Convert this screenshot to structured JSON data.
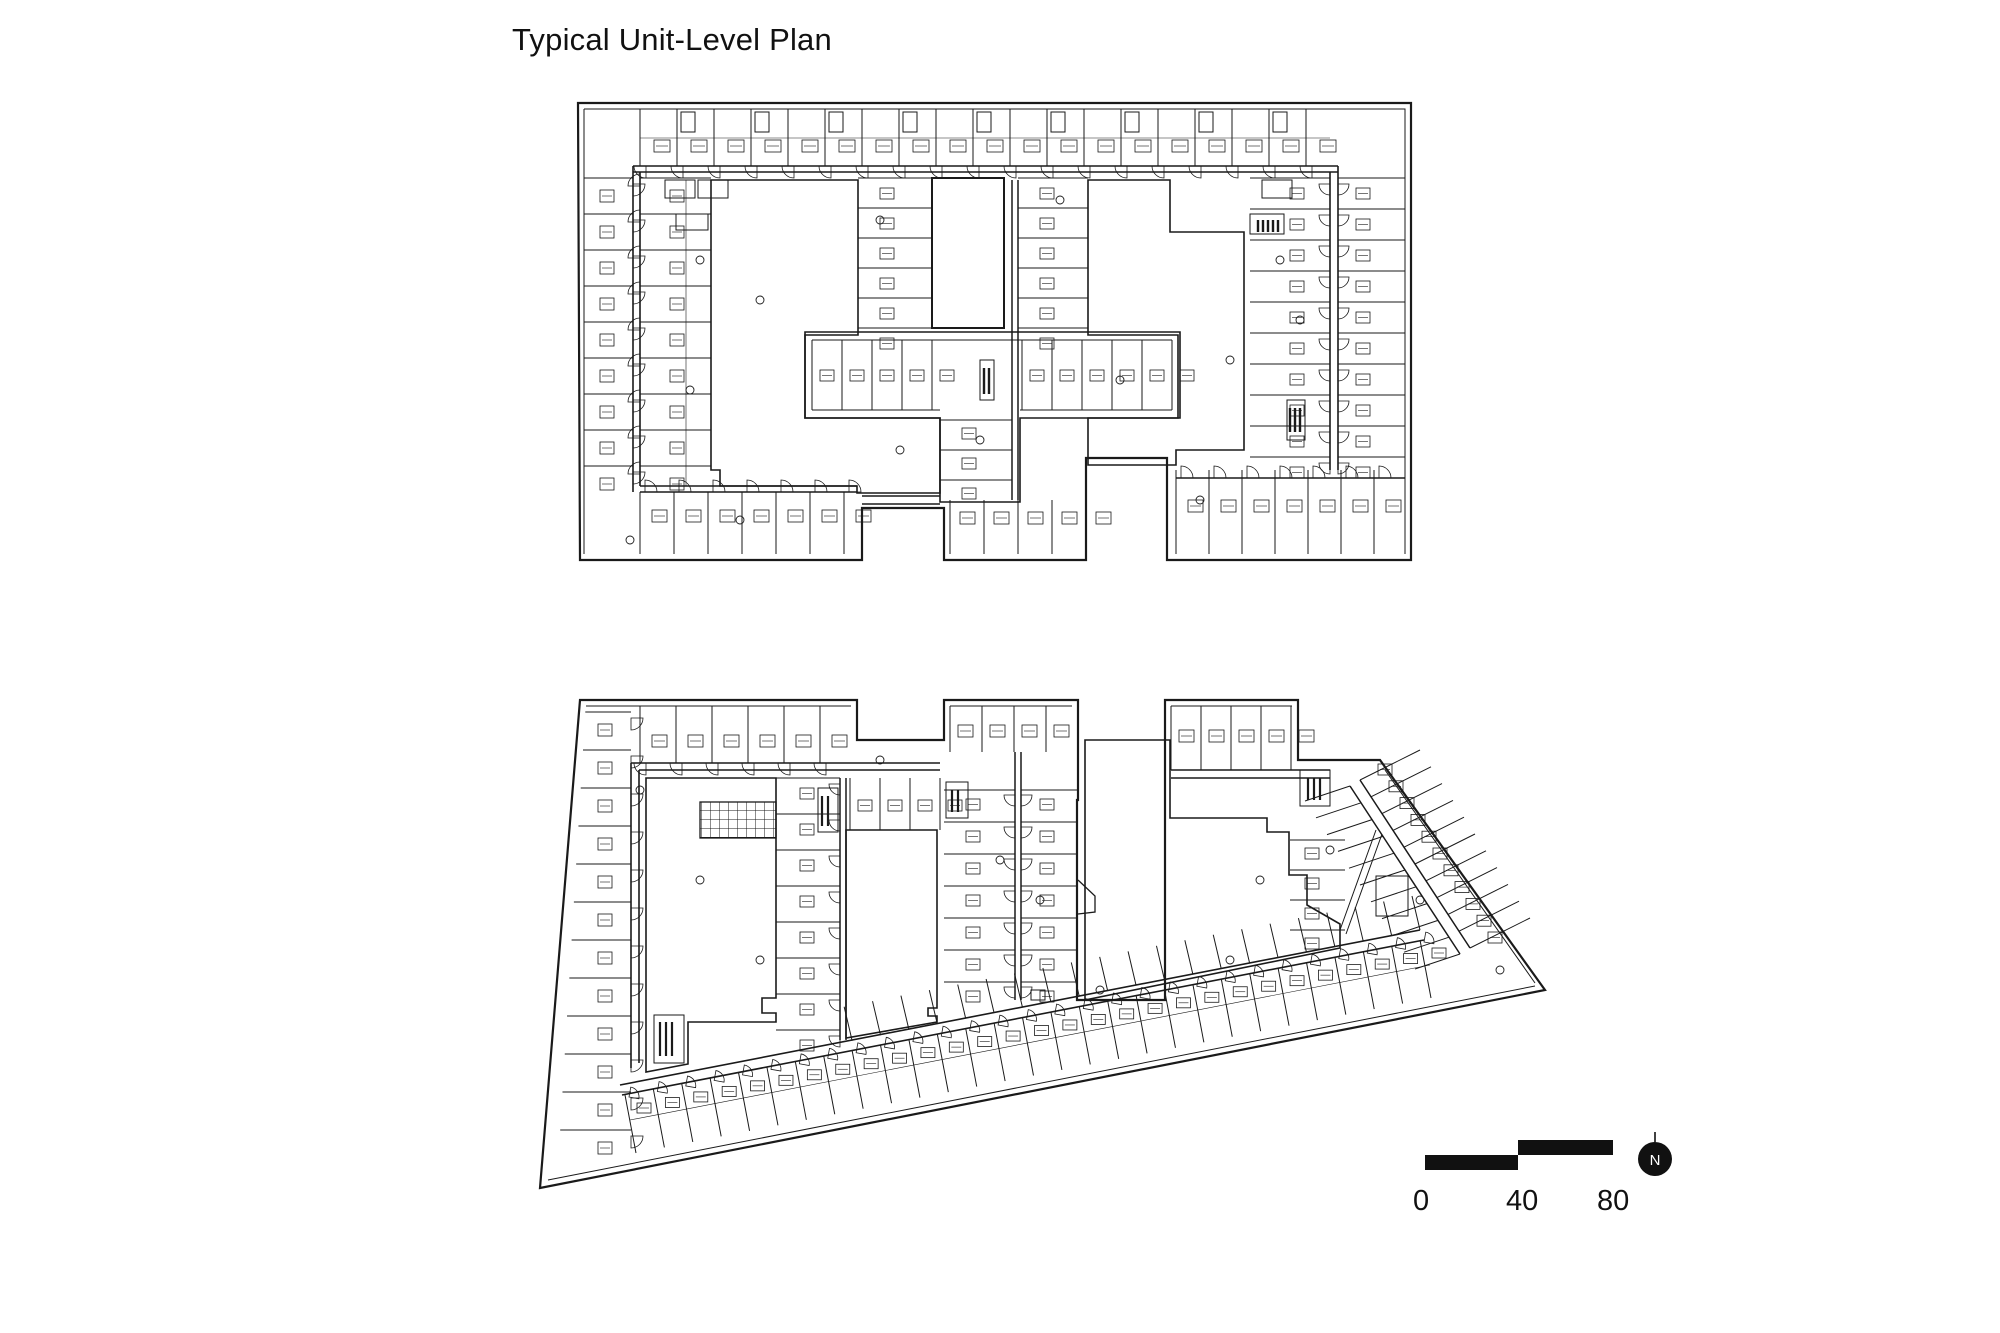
{
  "title": "Typical Unit-Level Plan",
  "scale_bar": {
    "labels": [
      "0",
      "40",
      "80"
    ],
    "fill_color": "#111111"
  },
  "north_arrow": {
    "label": "N",
    "icon": "north-arrow-icon"
  },
  "colors": {
    "line": "#1a1a1a",
    "background": "#ffffff"
  }
}
